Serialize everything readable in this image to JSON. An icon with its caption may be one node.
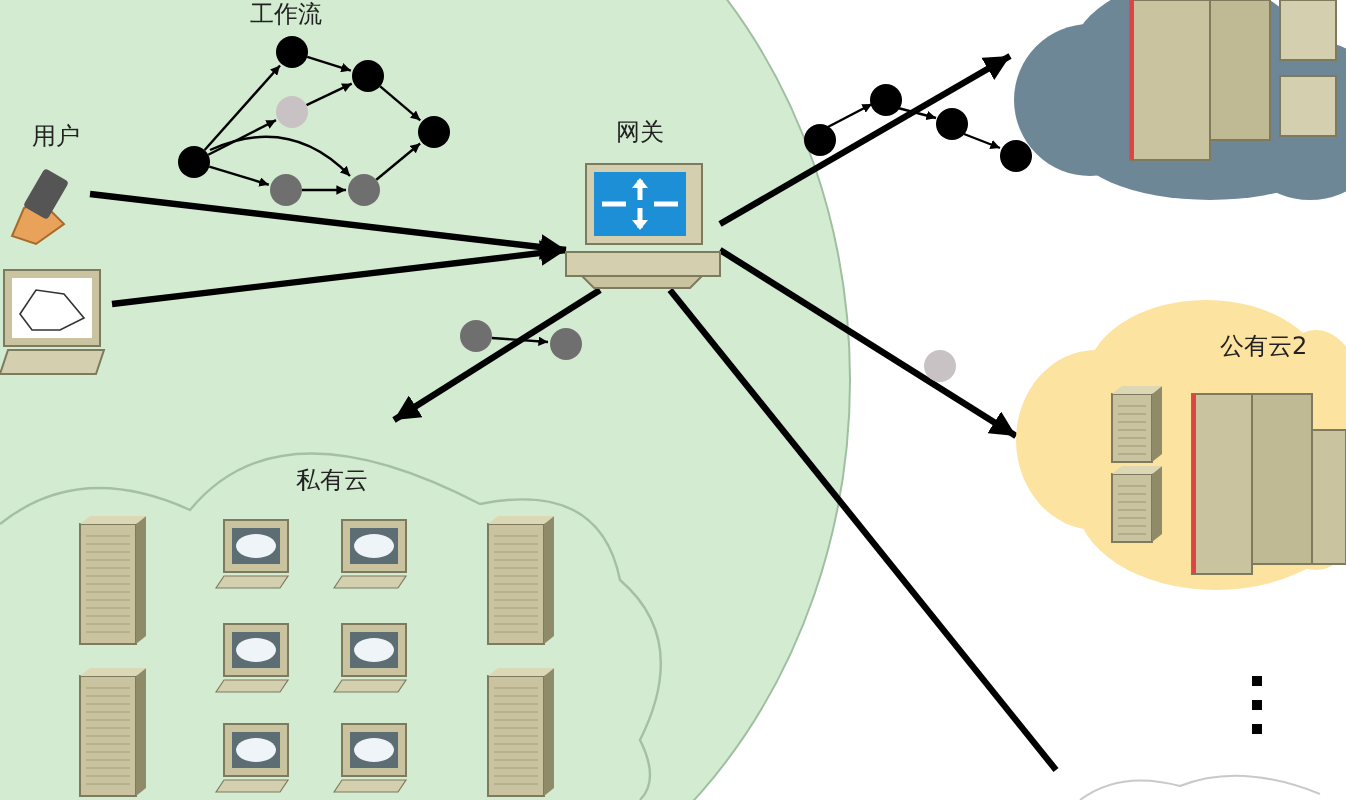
{
  "diagram": {
    "nodes": [
      {
        "text": [
          "工作流"
        ]
      },
      {
        "text": [
          "用户"
        ]
      },
      {
        "text": [],
        "shape": "picture"
      },
      {
        "text": [
          "网关"
        ]
      },
      {
        "text": [
          "私有云"
        ]
      },
      {
        "text": [],
        "shape": "cloud"
      },
      {
        "text": [
          "公有云2"
        ]
      },
      {
        "text": [],
        "shape": "cloud"
      }
    ],
    "edges": [
      {
        "from": 1,
        "to": 3,
        "arrow": "to"
      },
      {
        "from": 2,
        "to": 3,
        "arrow": "to"
      },
      {
        "from": 3,
        "to": 4,
        "arrow": "to"
      },
      {
        "from": 3,
        "to": 5,
        "arrow": "to"
      },
      {
        "from": 3,
        "to": 6,
        "arrow": "to"
      },
      {
        "from": 3,
        "to": 7,
        "arrow": "none"
      }
    ]
  }
}
